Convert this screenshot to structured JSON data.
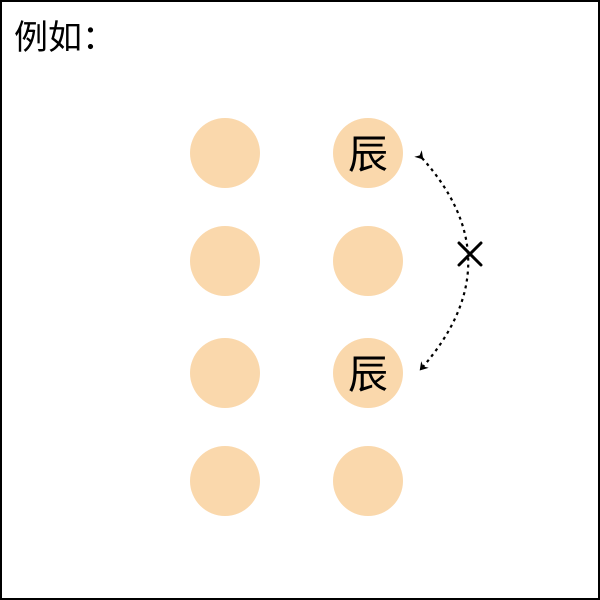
{
  "caption": "例如：",
  "colors": {
    "dot_fill": "#FAD8AC",
    "line": "#000000",
    "background": "#ffffff"
  },
  "dots": [
    {
      "id": "r1c1",
      "label": ""
    },
    {
      "id": "r1c2",
      "label": "辰"
    },
    {
      "id": "r2c1",
      "label": ""
    },
    {
      "id": "r2c2",
      "label": ""
    },
    {
      "id": "r3c1",
      "label": ""
    },
    {
      "id": "r3c2",
      "label": "辰"
    },
    {
      "id": "r4c1",
      "label": ""
    },
    {
      "id": "r4c2",
      "label": ""
    }
  ],
  "connector": {
    "style": "dotted-curved-double-arrow",
    "from": "r1c2",
    "to": "r3c2",
    "mark": "cross",
    "meaning": "not allowed"
  }
}
